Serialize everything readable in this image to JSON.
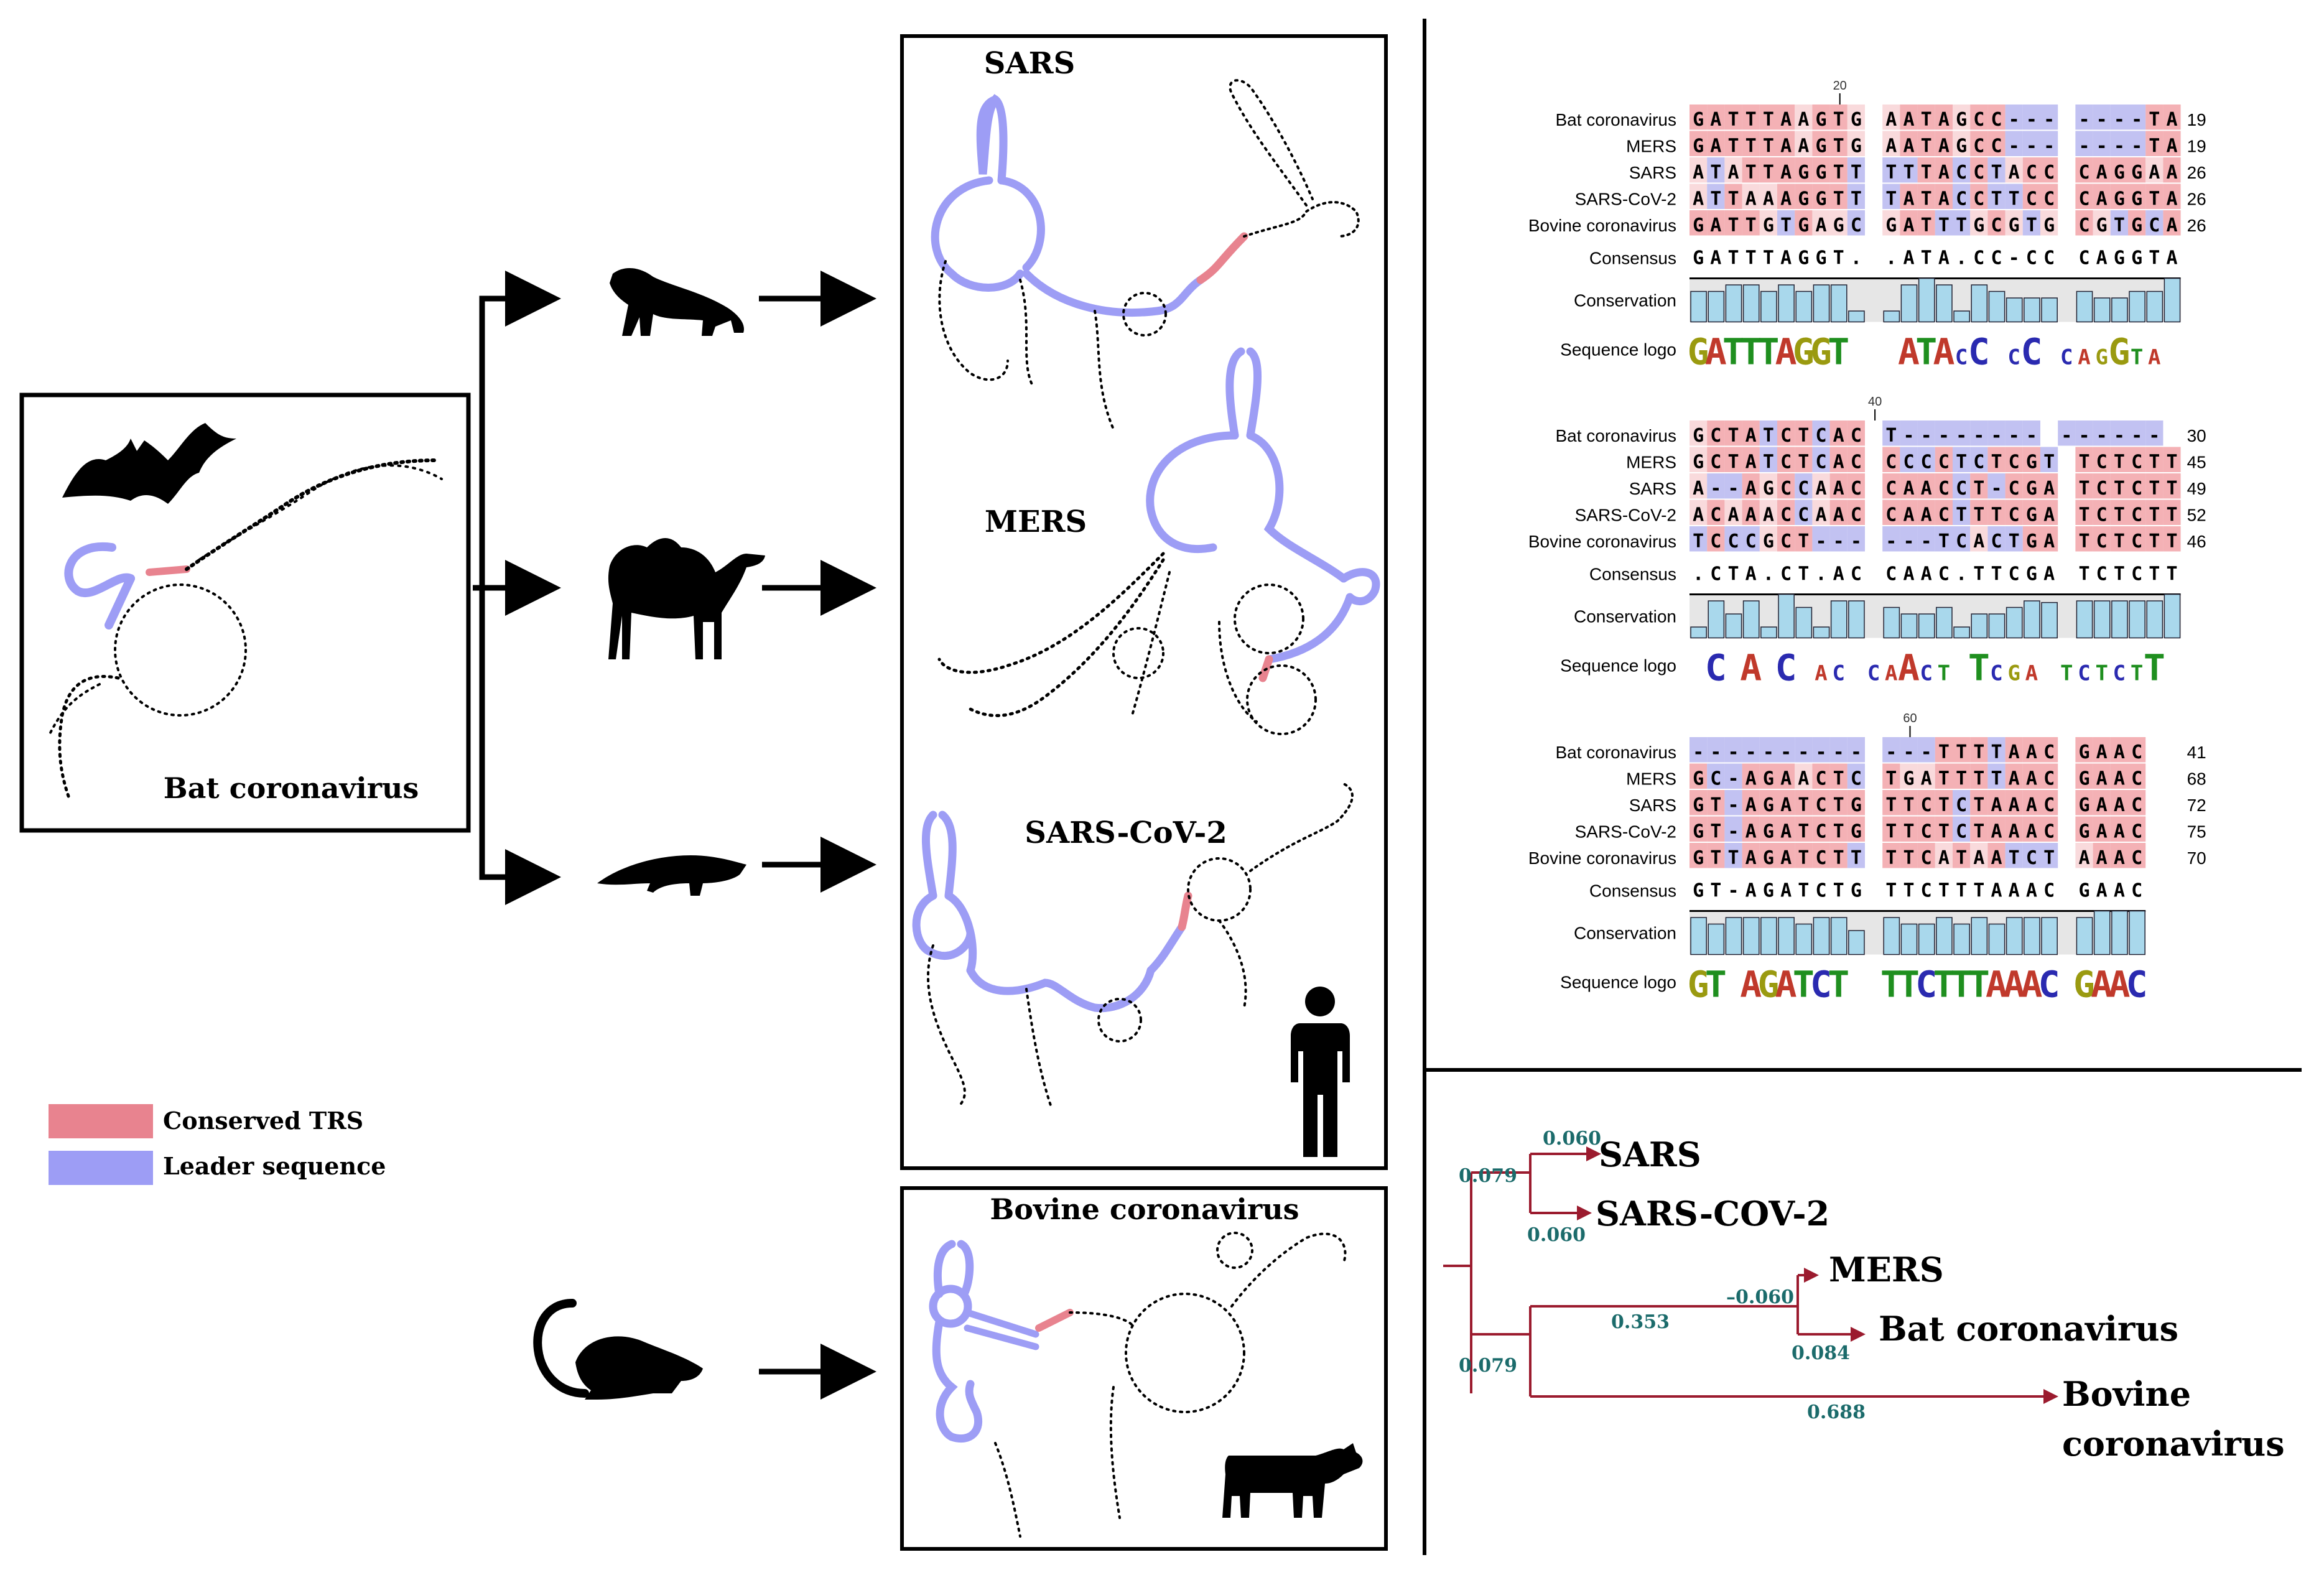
{
  "labels": {
    "bat_coronavirus": "Bat coronavirus",
    "sars": "SARS",
    "mers": "MERS",
    "sars_cov_2": "SARS-CoV-2",
    "bovine_coronavirus": "Bovine coronavirus"
  },
  "legend": {
    "conserved_trs": "Conserved TRS",
    "leader_sequence": "Leader sequence",
    "trs_color": "#e8838f",
    "leader_color": "#9d9df5"
  },
  "alignment": {
    "row_labels": [
      "Bat coronavirus",
      "MERS",
      "SARS",
      "SARS-CoV-2",
      "Bovine coronavirus"
    ],
    "consensus_label": "Consensus",
    "conservation_label": "Conservation",
    "logo_label": "Sequence logo",
    "blocks": [
      {
        "tick": "20",
        "rows": [
          {
            "seq": "GATTTAAGTG AATAGCC--- ----TA",
            "end": "19"
          },
          {
            "seq": "GATTTAAGTG AATAGCC--- ----TA",
            "end": "19"
          },
          {
            "seq": "ATATTAGGTT TTTACCTACC CAGGAA",
            "end": "26"
          },
          {
            "seq": "ATTAAAGGTT TATACCTTCC CAGGTA",
            "end": "26"
          },
          {
            "seq": "GATTGTGAGC GATTTGCGTG CGTGCA",
            "end": "26"
          }
        ],
        "consensus": "GATTTAGGT. .ATA.CC-CC CAGGTA",
        "logo": "GATTTAGGT- -ATACC-CC CAGGTA"
      },
      {
        "tick": "40",
        "rows": [
          {
            "seq": "GCTATCTCAC T-------- ------",
            "end": "30"
          },
          {
            "seq": "GCTATCTCAC CCCCTCTCGT TCTCTT",
            "end": "45"
          },
          {
            "seq": "A--AGCCAAC CAACCT-CGA TCTCTT",
            "end": "49"
          },
          {
            "seq": "ACAAACCAAC CAACTTTCGA TCTCTT",
            "end": "52"
          },
          {
            "seq": "TCCCGCT--- ---TCACTGA TCTCTT",
            "end": "46"
          }
        ],
        "consensus": ".CTA.CT.AC CAAC.TTCGA TCTCTT",
        "logo": "-C-A-C-AC CAACT-TCGA TCTCTT"
      },
      {
        "tick": "60",
        "rows": [
          {
            "seq": "---------- ---TTTTAAC GAAC",
            "end": "41"
          },
          {
            "seq": "GC-AGAACTC TGATTTTAAC GAAC",
            "end": "68"
          },
          {
            "seq": "GT-AGATCTG TTCTCTAAAC GAAC",
            "end": "72"
          },
          {
            "seq": "GT-AGATCTG TTCTCTAAAC GAAC",
            "end": "75"
          },
          {
            "seq": "GTTAGATCTT TTCATAATCT AAAC",
            "end": "70"
          }
        ],
        "consensus": "GT-AGATCTG TTCTTTAAAC GAAC",
        "logo": "GT-AGATCT- TTCTTTAAAC GAAC"
      }
    ]
  },
  "tree": {
    "labels": {
      "sars": "SARS",
      "sars_cov_2": "SARS-COV-2",
      "mers": "MERS",
      "bat": "Bat coronavirus",
      "bovine_line1": "Bovine",
      "bovine_line2": "coronavirus"
    },
    "branch_lengths": {
      "clade_sars": "0.079",
      "sars": "0.060",
      "sars_cov_2": "0.060",
      "clade_mers_bat": "0.353",
      "mers": "–0.060",
      "bat": "0.084",
      "clade_lower": "0.079",
      "bovine": "0.688"
    },
    "branch_color": "#9b1b2e",
    "number_color": "#1b6b6b"
  }
}
